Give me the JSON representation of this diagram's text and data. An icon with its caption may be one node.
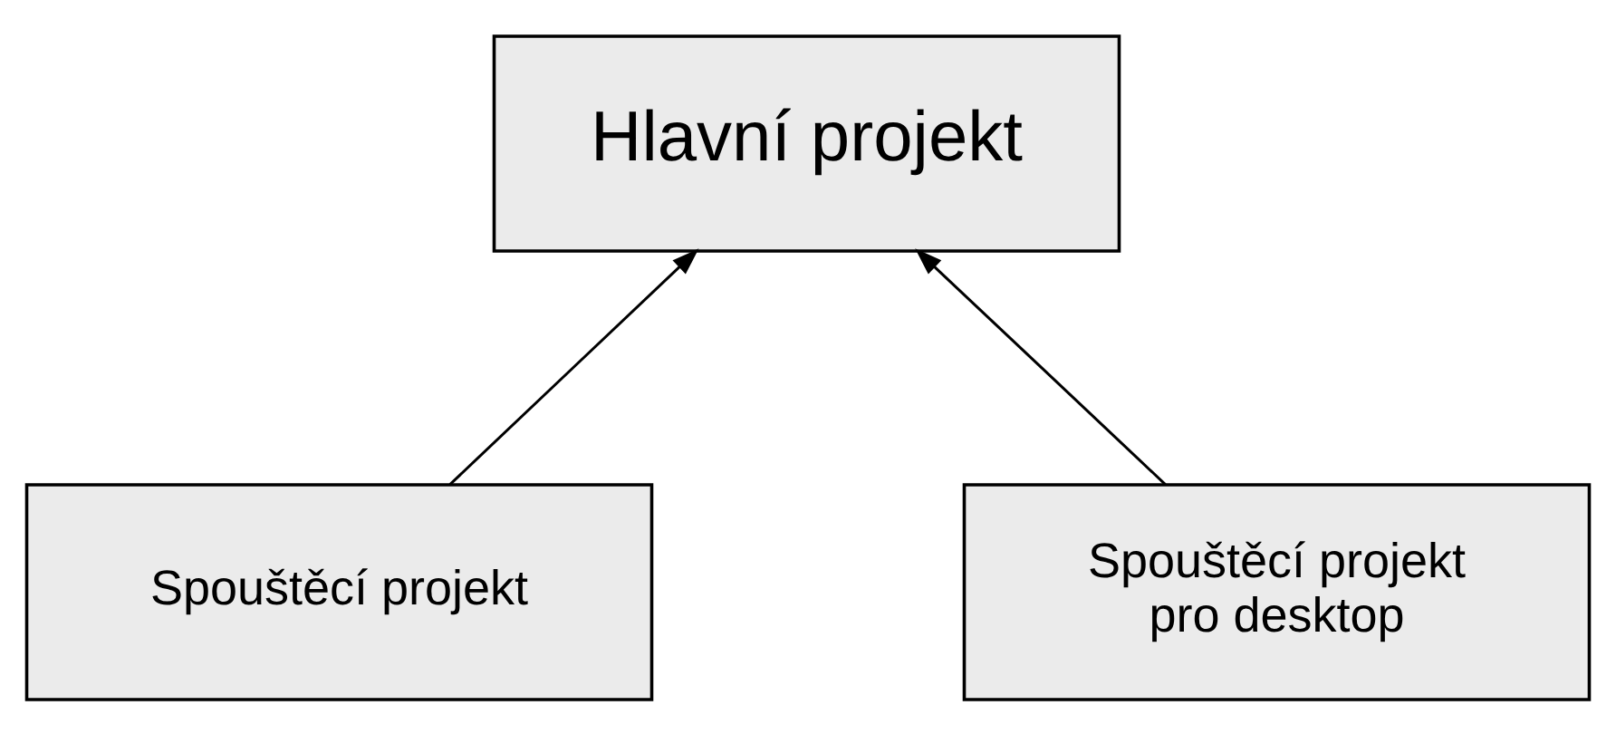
{
  "diagram": {
    "nodes": [
      {
        "text": [
          "Hlavní projekt"
        ]
      },
      {
        "text": [
          "Spouštěcí projekt"
        ]
      },
      {
        "text": [
          "Spouštěcí projekt pro desktop"
        ]
      }
    ],
    "edges": [
      {
        "from": 1,
        "to": 0,
        "arrow": "to"
      },
      {
        "from": 2,
        "to": 0,
        "arrow": "to"
      }
    ]
  }
}
